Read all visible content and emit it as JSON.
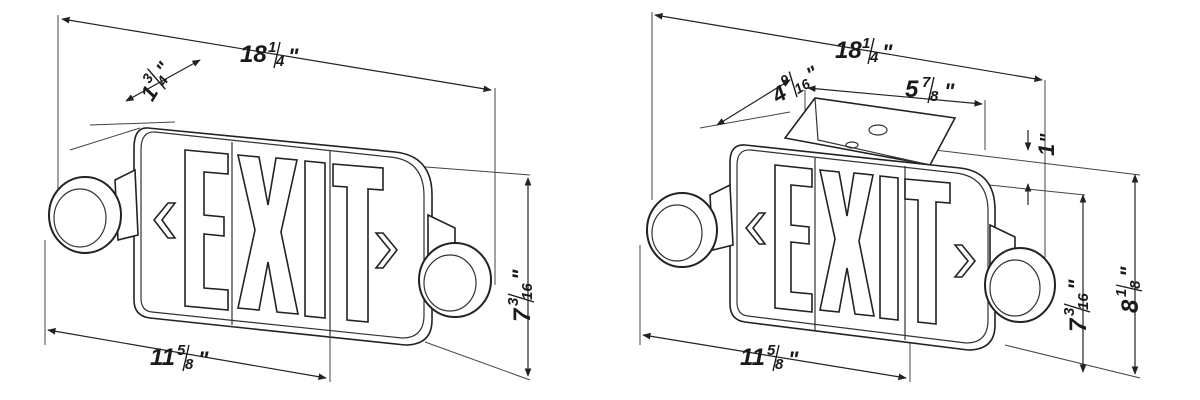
{
  "left_view": {
    "sign_text": "EXIT",
    "dims": {
      "width": {
        "whole": "18",
        "num": "1",
        "den": "4",
        "unit": "\""
      },
      "depth": {
        "whole": "1",
        "num": "3",
        "den": "4",
        "unit": "\""
      },
      "height": {
        "whole": "7",
        "num": "3",
        "den": "16",
        "unit": "\""
      },
      "body_width": {
        "whole": "11",
        "num": "5",
        "den": "8",
        "unit": "\""
      }
    }
  },
  "right_view": {
    "sign_text": "EXIT",
    "dims": {
      "width": {
        "whole": "18",
        "num": "1",
        "den": "4",
        "unit": "\""
      },
      "depth": {
        "whole": "4",
        "num": "9",
        "den": "16",
        "unit": "\""
      },
      "bracket": {
        "whole": "5",
        "num": "7",
        "den": "8",
        "unit": "\""
      },
      "bracket_height": {
        "whole": "1",
        "num": "",
        "den": "",
        "unit": "\""
      },
      "height": {
        "whole": "7",
        "num": "3",
        "den": "16",
        "unit": "\""
      },
      "overall_height": {
        "whole": "8",
        "num": "1",
        "den": "8",
        "unit": "\""
      },
      "body_width": {
        "whole": "11",
        "num": "5",
        "den": "8",
        "unit": "\""
      }
    }
  }
}
